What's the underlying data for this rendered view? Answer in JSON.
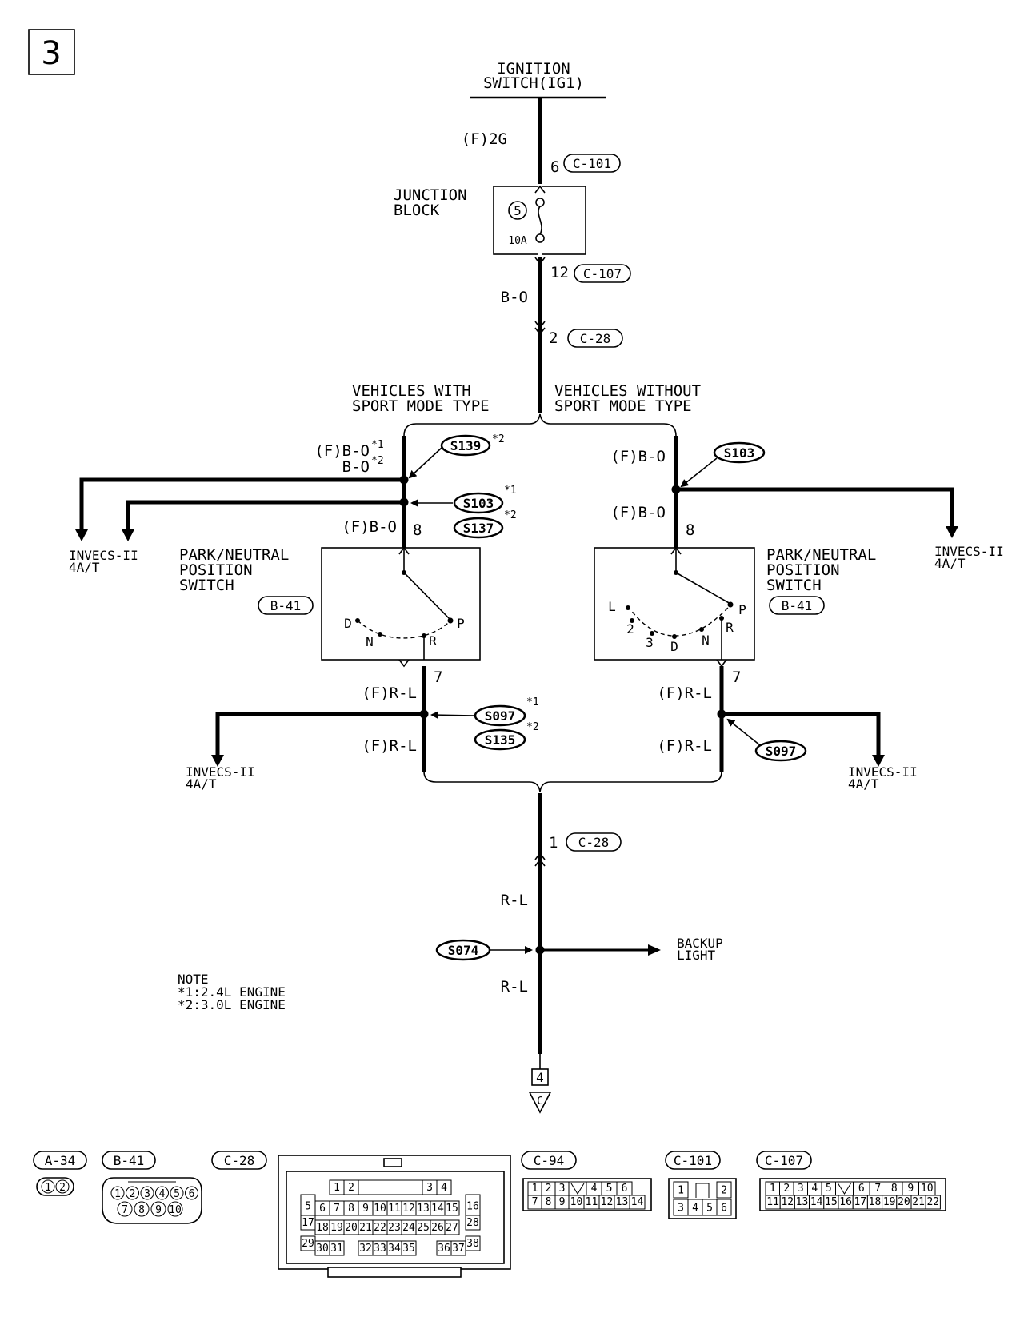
{
  "page_number": "3",
  "ignition": {
    "line1": "IGNITION",
    "line2": "SWITCH(IG1)"
  },
  "wire_f_2g": "(F)2G",
  "pin_6": "6",
  "conn_c101": "C-101",
  "junction": {
    "line1": "JUNCTION",
    "line2": "BLOCK",
    "fuse_num": "5",
    "fuse_rating": "10A"
  },
  "pin_12": "12",
  "conn_c107": "C-107",
  "wire_b_o": "B-O",
  "pin_2": "2",
  "conn_c28": "C-28",
  "variant_left": {
    "line1": "VEHICLES WITH",
    "line2": "SPORT MODE TYPE"
  },
  "variant_right": {
    "line1": "VEHICLES WITHOUT",
    "line2": "SPORT MODE TYPE"
  },
  "left": {
    "wire_top1": "(F)B-O",
    "note1": "*1",
    "wire_top2": "B-O",
    "note2": "*2",
    "splice_s139": "S139",
    "splice_s103": "S103",
    "splice_s137": "S137",
    "wire_mid": "(F)B-O",
    "pin_8": "8",
    "invecs_line1": "INVECS-II",
    "invecs_line2": "4A/T",
    "switch_line1": "PARK/NEUTRAL",
    "switch_line2": "POSITION",
    "switch_line3": "SWITCH",
    "conn_b41": "B-41",
    "pos_d": "D",
    "pos_n": "N",
    "pos_r": "R",
    "pos_p": "P",
    "pin_7": "7",
    "wire_rl_top": "(F)R-L",
    "wire_rl_bot": "(F)R-L",
    "splice_s097": "S097",
    "splice_s135": "S135",
    "invecs2_line1": "INVECS-II",
    "invecs2_line2": "4A/T"
  },
  "right": {
    "wire_top": "(F)B-O",
    "splice_s103": "S103",
    "wire_mid": "(F)B-O",
    "pin_8": "8",
    "invecs_line1": "INVECS-II",
    "invecs_line2": "4A/T",
    "switch_line1": "PARK/NEUTRAL",
    "switch_line2": "POSITION",
    "switch_line3": "SWITCH",
    "conn_b41": "B-41",
    "pos_l": "L",
    "pos_2": "2",
    "pos_3": "3",
    "pos_d": "D",
    "pos_n": "N",
    "pos_r": "R",
    "pos_p": "P",
    "pin_7": "7",
    "wire_rl_top": "(F)R-L",
    "wire_rl_bot": "(F)R-L",
    "splice_s097": "S097",
    "invecs2_line1": "INVECS-II",
    "invecs2_line2": "4A/T"
  },
  "pin_1": "1",
  "conn_c28_bottom": "C-28",
  "wire_rl": "R-L",
  "splice_s074": "S074",
  "backup": {
    "line1": "BACKUP",
    "line2": "LIGHT"
  },
  "wire_rl2": "R-L",
  "note": {
    "title": "NOTE",
    "line1": "*1:2.4L ENGINE",
    "line2": "*2:3.0L ENGINE"
  },
  "continue_page": "4",
  "continue_letter": "C",
  "connectors": {
    "a34": {
      "label": "A-34",
      "pins": [
        "1",
        "2"
      ]
    },
    "b41": {
      "label": "B-41",
      "row1": [
        "1",
        "2",
        "3",
        "4",
        "5",
        "6"
      ],
      "row2": [
        "7",
        "8",
        "9",
        "10"
      ]
    },
    "c28": {
      "label": "C-28",
      "row_a": [
        "1",
        "2",
        "3",
        "4"
      ],
      "row_b": [
        "5",
        "16"
      ],
      "row_c": [
        "6",
        "7",
        "8",
        "9",
        "10",
        "11",
        "12",
        "13",
        "14",
        "15"
      ],
      "row_d": [
        "17",
        "28"
      ],
      "row_e": [
        "18",
        "19",
        "20",
        "21",
        "22",
        "23",
        "24",
        "25",
        "26",
        "27"
      ],
      "row_f": [
        "29",
        "38"
      ],
      "row_g": [
        "30",
        "31",
        "32",
        "33",
        "34",
        "35",
        "36",
        "37"
      ]
    },
    "c94": {
      "label": "C-94",
      "row1": [
        "1",
        "2",
        "3",
        "4",
        "5",
        "6"
      ],
      "row2": [
        "7",
        "8",
        "9",
        "10",
        "11",
        "12",
        "13",
        "14"
      ]
    },
    "c101": {
      "label": "C-101",
      "row1": [
        "1",
        "2"
      ],
      "row2": [
        "3",
        "4",
        "5",
        "6"
      ]
    },
    "c107": {
      "label": "C-107",
      "row1": [
        "1",
        "2",
        "3",
        "4",
        "5",
        "6",
        "7",
        "8",
        "9",
        "10"
      ],
      "row2": [
        "11",
        "12",
        "13",
        "14",
        "15",
        "16",
        "17",
        "18",
        "19",
        "20",
        "21",
        "22"
      ]
    }
  }
}
